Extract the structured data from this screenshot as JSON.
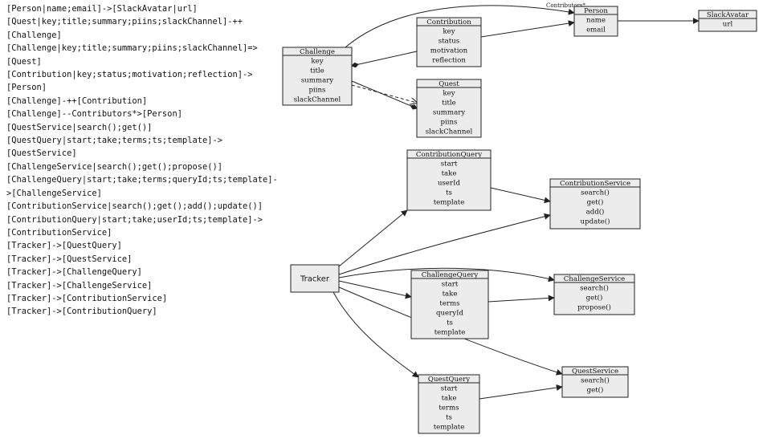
{
  "source_lines": [
    "[Person|name;email]->[SlackAvatar|url]",
    "[Quest|key;title;summary;piins;slackChannel]-++",
    "[Challenge]",
    "[Challenge|key;title;summary;piins;slackChannel]=>",
    "[Quest]",
    "[Contribution|key;status;motivation;reflection]->",
    "[Person]",
    "[Challenge]-++[Contribution]",
    "[Challenge]--Contributors*>[Person]",
    "[QuestService|search();get()]",
    "[QuestQuery|start;take;terms;ts;template]->",
    "[QuestService]",
    "[ChallengeService|search();get();propose()]",
    "[ChallengeQuery|start;take;terms;queryId;ts;template]-",
    ">[ChallengeService]",
    "[ContributionService|search();get();add();update()]",
    "[ContributionQuery|start;take;userId;ts;template]->",
    "[ContributionService]",
    "[Tracker]->[QuestQuery]",
    "[Tracker]->[QuestService]",
    "[Tracker]->[ChallengeQuery]",
    "[Tracker]->[ChallengeService]",
    "[Tracker]->[ContributionService]",
    "[Tracker]->[ContributionQuery]"
  ],
  "classes": [
    {
      "id": "challenge",
      "name": "Challenge",
      "members": [
        "key",
        "title",
        "summary",
        "piins",
        "slackChannel"
      ]
    },
    {
      "id": "contribution",
      "name": "Contribution",
      "members": [
        "key",
        "status",
        "motivation",
        "reflection"
      ]
    },
    {
      "id": "person",
      "name": "Person",
      "members": [
        "name",
        "email"
      ]
    },
    {
      "id": "slackavatar",
      "name": "SlackAvatar",
      "members": [
        "url"
      ]
    },
    {
      "id": "quest",
      "name": "Quest",
      "members": [
        "key",
        "title",
        "summary",
        "piins",
        "slackChannel"
      ]
    },
    {
      "id": "contributionquery",
      "name": "ContributionQuery",
      "members": [
        "start",
        "take",
        "userId",
        "ts",
        "template"
      ]
    },
    {
      "id": "contributionservice",
      "name": "ContributionService",
      "members": [
        "search()",
        "get()",
        "add()",
        "update()"
      ]
    },
    {
      "id": "tracker",
      "name": "Tracker",
      "members": []
    },
    {
      "id": "challengequery",
      "name": "ChallengeQuery",
      "members": [
        "start",
        "take",
        "terms",
        "queryId",
        "ts",
        "template"
      ]
    },
    {
      "id": "challengeservice",
      "name": "ChallengeService",
      "members": [
        "search()",
        "get()",
        "propose()"
      ]
    },
    {
      "id": "questquery",
      "name": "QuestQuery",
      "members": [
        "start",
        "take",
        "terms",
        "ts",
        "template"
      ]
    },
    {
      "id": "questservice",
      "name": "QuestService",
      "members": [
        "search()",
        "get()"
      ]
    }
  ],
  "relations": [
    {
      "from": "challenge",
      "to": "person",
      "kind": "dependency",
      "label": "Contributors*"
    },
    {
      "from": "challenge",
      "to": "contribution",
      "kind": "composition"
    },
    {
      "from": "quest",
      "to": "challenge",
      "kind": "composition"
    },
    {
      "from": "challenge",
      "to": "quest",
      "kind": "realization"
    },
    {
      "from": "contribution",
      "to": "person",
      "kind": "association"
    },
    {
      "from": "person",
      "to": "slackavatar",
      "kind": "association"
    },
    {
      "from": "contributionquery",
      "to": "contributionservice",
      "kind": "association"
    },
    {
      "from": "challengequery",
      "to": "challengeservice",
      "kind": "association"
    },
    {
      "from": "questquery",
      "to": "questservice",
      "kind": "association"
    },
    {
      "from": "tracker",
      "to": "contributionquery",
      "kind": "association"
    },
    {
      "from": "tracker",
      "to": "contributionservice",
      "kind": "association"
    },
    {
      "from": "tracker",
      "to": "challengeservice",
      "kind": "association"
    },
    {
      "from": "tracker",
      "to": "challengequery",
      "kind": "association"
    },
    {
      "from": "tracker",
      "to": "questquery",
      "kind": "association"
    },
    {
      "from": "tracker",
      "to": "questservice",
      "kind": "association"
    }
  ]
}
